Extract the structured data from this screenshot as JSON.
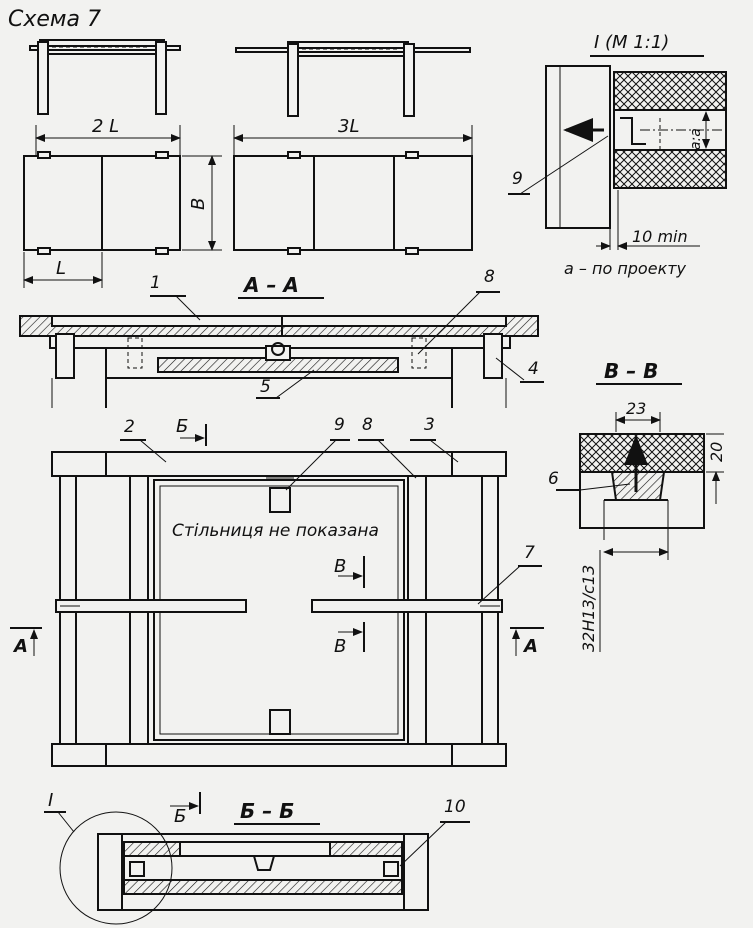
{
  "title": "Схема 7",
  "labels": {
    "dim_2L": "2 L",
    "dim_3L": "3L",
    "dim_L": "L",
    "dim_B": "B",
    "section_AA": "А – А",
    "section_BB": "В – В",
    "section_bb": "Б – Б",
    "detail_title": "I (М 1:1)",
    "detail_ref": "I",
    "dim_10min": "10 min",
    "dim_aa": "a:a",
    "a_note": "а – по проекту",
    "dim_23": "23",
    "dim_20": "20",
    "fit": "32H13/c13",
    "tabletop_note": "Стільниця не показана",
    "cut_A": "А",
    "cut_B": "В",
    "cut_Bcyr": "Б"
  },
  "callouts": [
    "1",
    "2",
    "3",
    "4",
    "5",
    "6",
    "7",
    "8",
    "9",
    "10"
  ],
  "colors": {
    "ink": "#111111",
    "paper": "#f2f2f0"
  }
}
